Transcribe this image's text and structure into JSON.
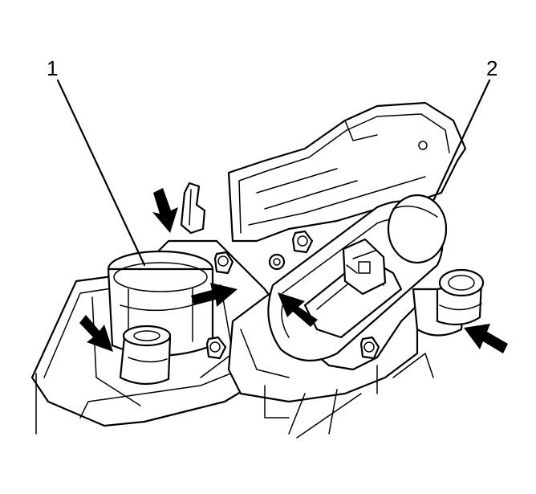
{
  "callouts": [
    {
      "id": "1",
      "label": "1"
    },
    {
      "id": "2",
      "label": "2"
    }
  ],
  "arrows": [
    {
      "id": "arrow-top-left",
      "direction": "down"
    },
    {
      "id": "arrow-left-bolt",
      "direction": "down-right"
    },
    {
      "id": "arrow-center",
      "direction": "right"
    },
    {
      "id": "arrow-coil",
      "direction": "up-left"
    },
    {
      "id": "arrow-right-bolt",
      "direction": "left"
    }
  ],
  "colors": {
    "line": "#000000",
    "background": "#ffffff"
  }
}
